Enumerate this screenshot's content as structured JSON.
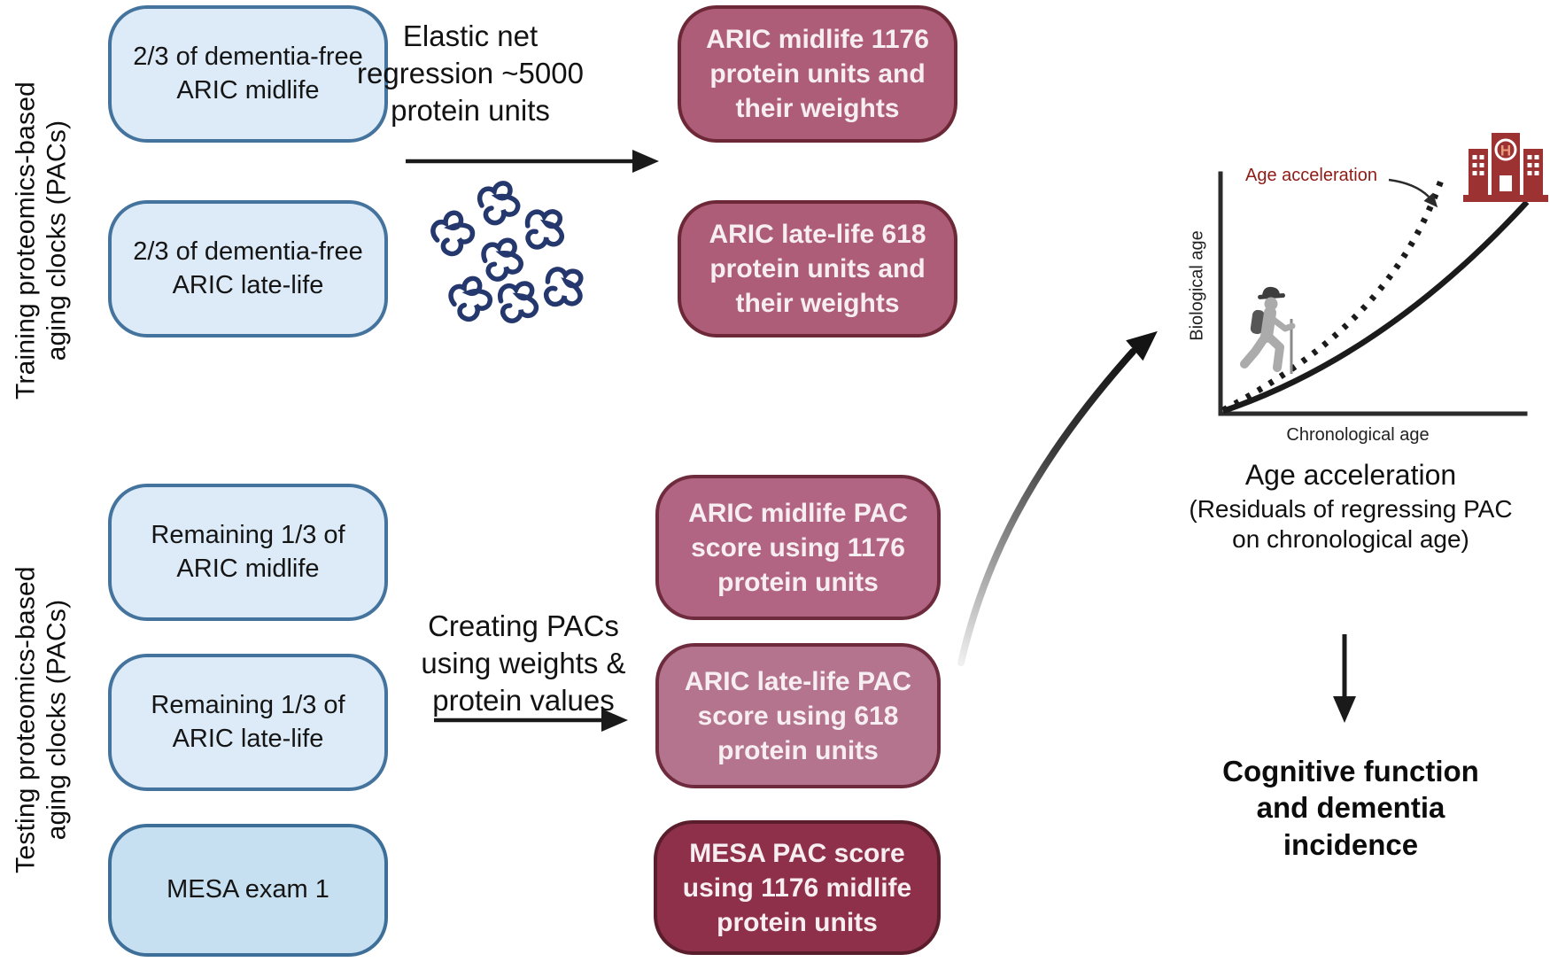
{
  "sections": {
    "training": {
      "side_label": "Training proteomics-based\naging clocks (PACs)",
      "inputs": [
        {
          "label": "2/3 of dementia-free\nARIC midlife"
        },
        {
          "label": "2/3 of dementia-free\nARIC late-life"
        }
      ],
      "process": "Elastic net\nregression ~5000\nprotein units",
      "outputs": [
        {
          "label": "ARIC midlife 1176\nprotein units and\ntheir weights"
        },
        {
          "label": "ARIC late-life 618\nprotein units and\ntheir weights"
        }
      ]
    },
    "testing": {
      "side_label": "Testing proteomics-based\naging clocks (PACs)",
      "inputs": [
        {
          "label": "Remaining 1/3 of\nARIC midlife"
        },
        {
          "label": "Remaining 1/3 of\nARIC late-life"
        },
        {
          "label": "MESA exam 1"
        }
      ],
      "process": "Creating PACs\nusing weights &\nprotein values",
      "outputs": [
        {
          "label": "ARIC midlife PAC\nscore using 1176\nprotein units"
        },
        {
          "label": "ARIC late-life PAC\nscore using 618\nprotein units"
        },
        {
          "label": "MESA PAC score\nusing 1176 midlife\nprotein units"
        }
      ]
    }
  },
  "inset_chart": {
    "type": "line",
    "xlabel": "Chronological age",
    "ylabel": "Biological age",
    "annotation": "Age acceleration",
    "annotation_points_to": "dotted curve",
    "curves": [
      {
        "style": "dotted",
        "shape": "steeply accelerating upward"
      },
      {
        "style": "solid",
        "shape": "gradually rising"
      }
    ],
    "axes_numeric_ticks": "none shown"
  },
  "outcome": {
    "title": "Age acceleration",
    "subtitle": "(Residuals of regressing PAC\non chronological age)",
    "result": "Cognitive function\nand dementia\nincidence"
  },
  "icons": {
    "proteins": "protein-squiggle-cluster",
    "hiker": "hiking-person",
    "hospital": "hospital-building",
    "hospital_letter": "H"
  },
  "colors": {
    "blue_box_fill": "#dcebf7",
    "mesa_box_fill": "#c7e0f1",
    "blue_box_border": "#44749d",
    "pink_top_fill": "#ae5d79",
    "pink_mid_fill": "#b26583",
    "pink_light_fill": "#b5748e",
    "maroon_fill": "#8e3049",
    "pink_border": "#6d2838",
    "protein_navy": "#24386e",
    "hospital_red": "#9d3232",
    "annotation_red": "#8e1b15",
    "arrow_black": "#1a1a1a",
    "hiker_gray": "#ababab"
  }
}
